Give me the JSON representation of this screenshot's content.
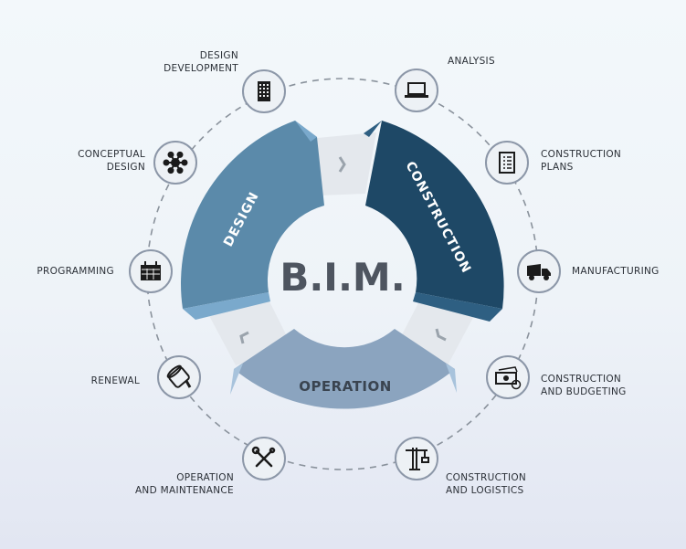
{
  "center_title": "B.I.M.",
  "segments": [
    {
      "id": "design",
      "label": "DESIGN",
      "color": "#5b8aaa"
    },
    {
      "id": "construction",
      "label": "CONSTRUCTION",
      "color": "#1e4866"
    },
    {
      "id": "operation",
      "label": "OPERATION",
      "color": "#8ba4bf"
    }
  ],
  "connector_color": "#e4e8ed",
  "stages": [
    {
      "id": "design-development",
      "line1": "DESIGN",
      "line2": "DEVELOPMENT",
      "icon": "building-icon"
    },
    {
      "id": "analysis",
      "line1": "ANALYSIS",
      "line2": "",
      "icon": "laptop-icon"
    },
    {
      "id": "conceptual-design",
      "line1": "CONCEPTUAL",
      "line2": "DESIGN",
      "icon": "network-icon"
    },
    {
      "id": "construction-plans",
      "line1": "CONSTRUCTION",
      "line2": "PLANS",
      "icon": "checklist-icon"
    },
    {
      "id": "programming",
      "line1": "PROGRAMMING",
      "line2": "",
      "icon": "calendar-icon"
    },
    {
      "id": "manufacturing",
      "line1": "MANUFACTURING",
      "line2": "",
      "icon": "truck-icon"
    },
    {
      "id": "renewal",
      "line1": "RENEWAL",
      "line2": "",
      "icon": "paint-bucket-icon"
    },
    {
      "id": "construction-budgeting",
      "line1": "CONSTRUCTION",
      "line2": "AND BUDGETING",
      "icon": "money-icon"
    },
    {
      "id": "operation-maintenance",
      "line1": "OPERATION",
      "line2": "AND MAINTENANCE",
      "icon": "tools-icon"
    },
    {
      "id": "construction-logistics",
      "line1": "CONSTRUCTION",
      "line2": "AND LOGISTICS",
      "icon": "crane-icon"
    }
  ]
}
